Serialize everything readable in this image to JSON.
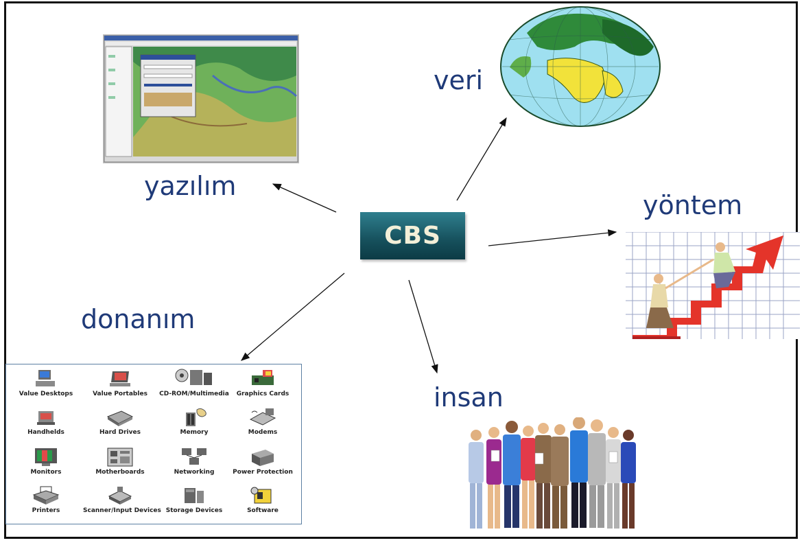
{
  "center": {
    "label": "CBS",
    "box_color": "#16505c",
    "text_color": "#f3efd8"
  },
  "labels": {
    "yazilim": "yazılım",
    "veri": "veri",
    "yontem": "yöntem",
    "donanim": "donanım",
    "insan": "insan"
  },
  "label_color": "#1f3a78",
  "hardware": {
    "items": [
      {
        "label": "Value Desktops",
        "icon": "desktop-icon"
      },
      {
        "label": "Value Portables",
        "icon": "laptop-icon"
      },
      {
        "label": "CD-ROM/Multimedia",
        "icon": "cdrom-icon"
      },
      {
        "label": "Graphics Cards",
        "icon": "graphics-card-icon"
      },
      {
        "label": "Handhelds",
        "icon": "handheld-icon"
      },
      {
        "label": "Hard Drives",
        "icon": "hard-drive-icon"
      },
      {
        "label": "Memory",
        "icon": "memory-icon"
      },
      {
        "label": "Modems",
        "icon": "modem-icon"
      },
      {
        "label": "Monitors",
        "icon": "monitor-icon"
      },
      {
        "label": "Motherboards",
        "icon": "motherboard-icon"
      },
      {
        "label": "Networking",
        "icon": "networking-icon"
      },
      {
        "label": "Power Protection",
        "icon": "power-protection-icon"
      },
      {
        "label": "Printers",
        "icon": "printer-icon"
      },
      {
        "label": "Scanner/Input Devices",
        "icon": "scanner-icon"
      },
      {
        "label": "Storage Devices",
        "icon": "storage-icon"
      },
      {
        "label": "Software",
        "icon": "software-icon"
      }
    ]
  }
}
